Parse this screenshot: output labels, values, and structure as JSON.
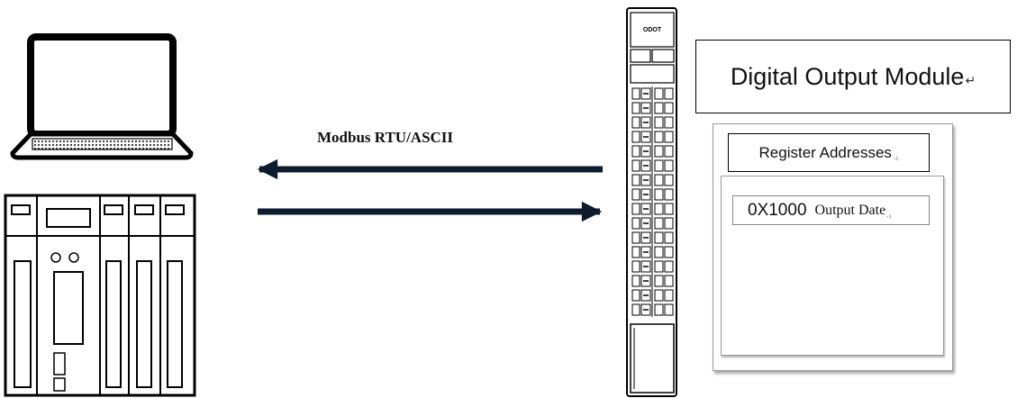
{
  "protocol_label": "Modbus RTU/ASCII",
  "module": {
    "title": "Digital Output Module",
    "title_mark": "↵",
    "register_heading": "Register Addresses",
    "register_mark": ".₁",
    "row": {
      "address": "0X1000",
      "description": "Output Date",
      "mark": ".₁"
    }
  },
  "device_brand": "ODOT"
}
